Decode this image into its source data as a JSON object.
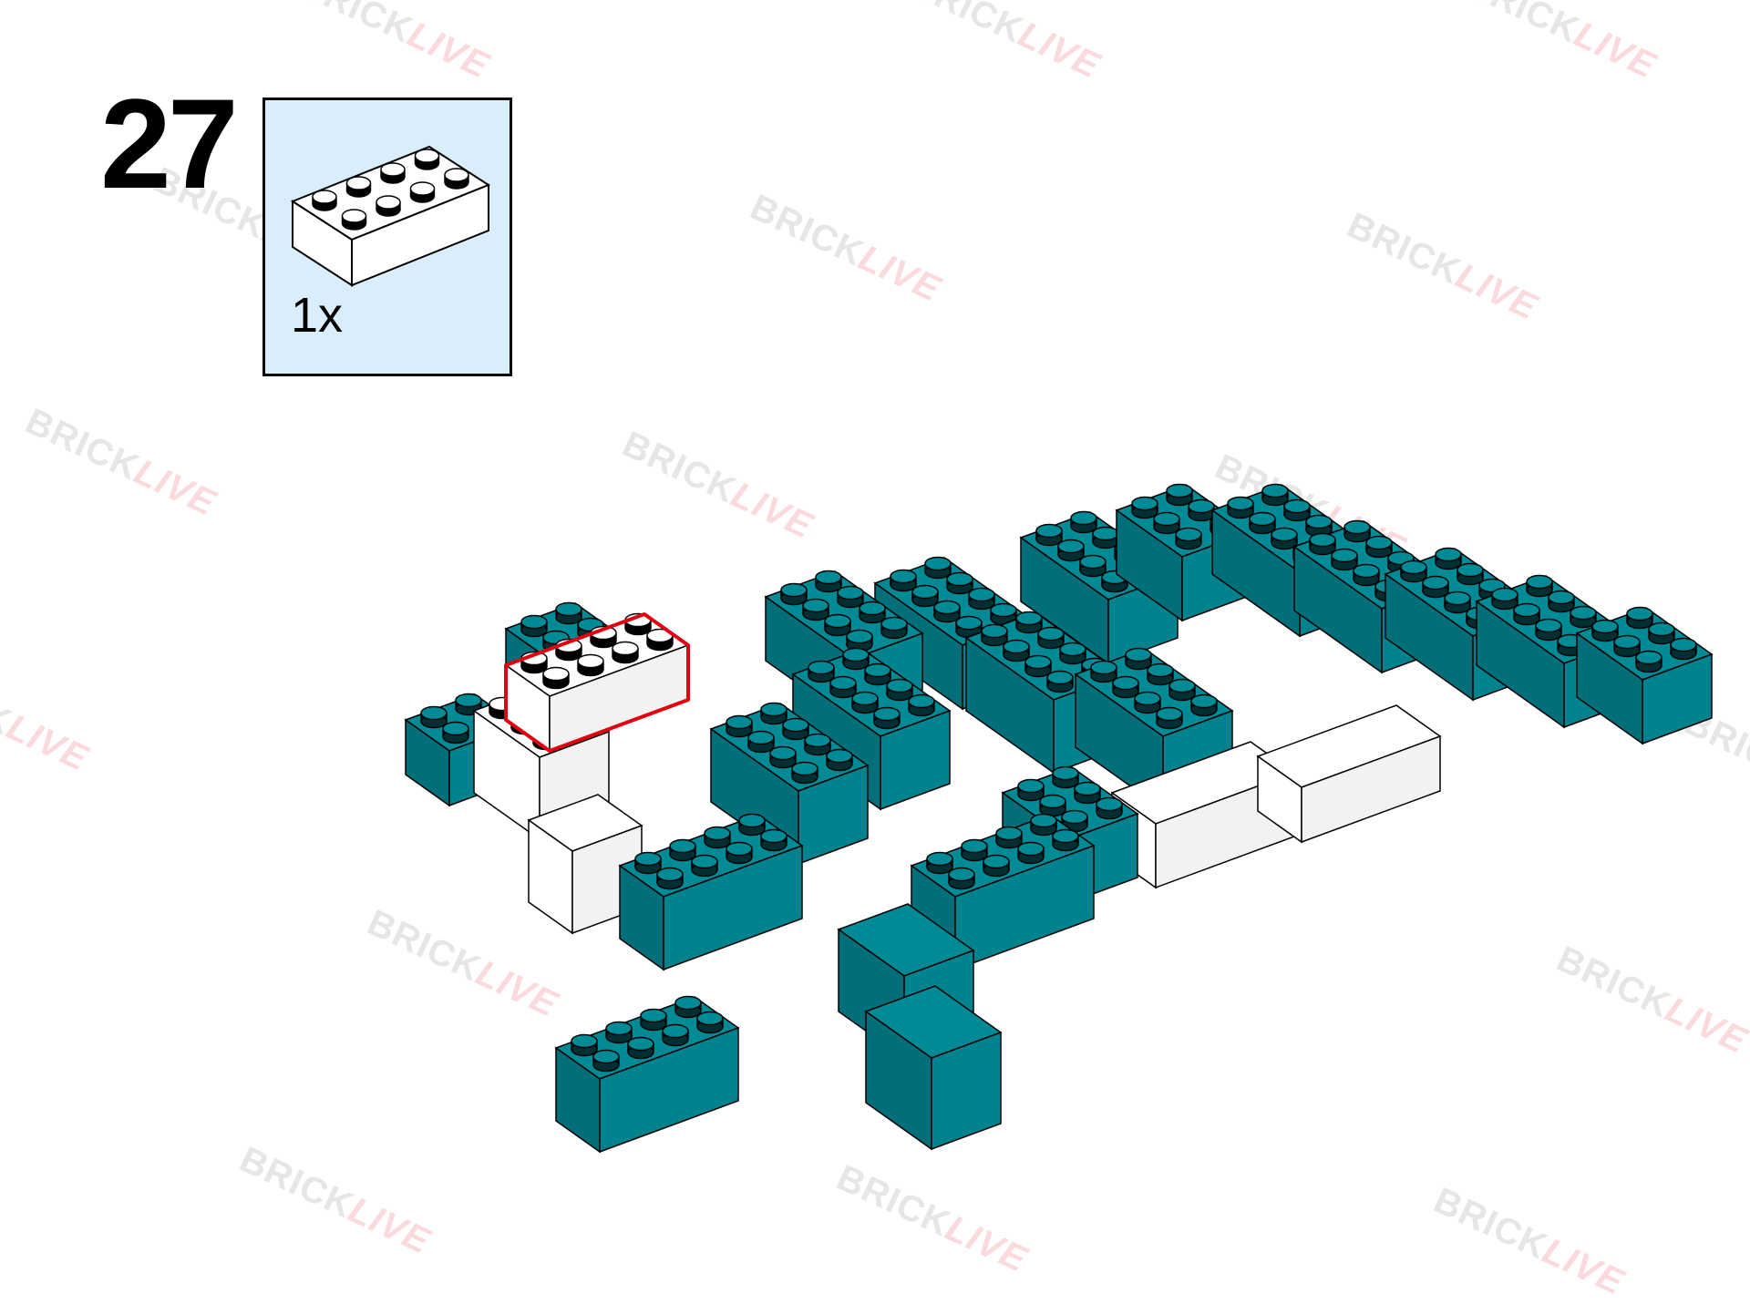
{
  "step": {
    "number": "27"
  },
  "parts_list": [
    {
      "part": "2x4 brick",
      "color": "#ffffff",
      "quantity": "1x"
    }
  ],
  "model": {
    "main_color": "#00838f",
    "accent_color": "#ffffff",
    "highlight_color": "#e3000f"
  },
  "watermark": {
    "part1": "BRICK",
    "part2": "LIVE"
  }
}
